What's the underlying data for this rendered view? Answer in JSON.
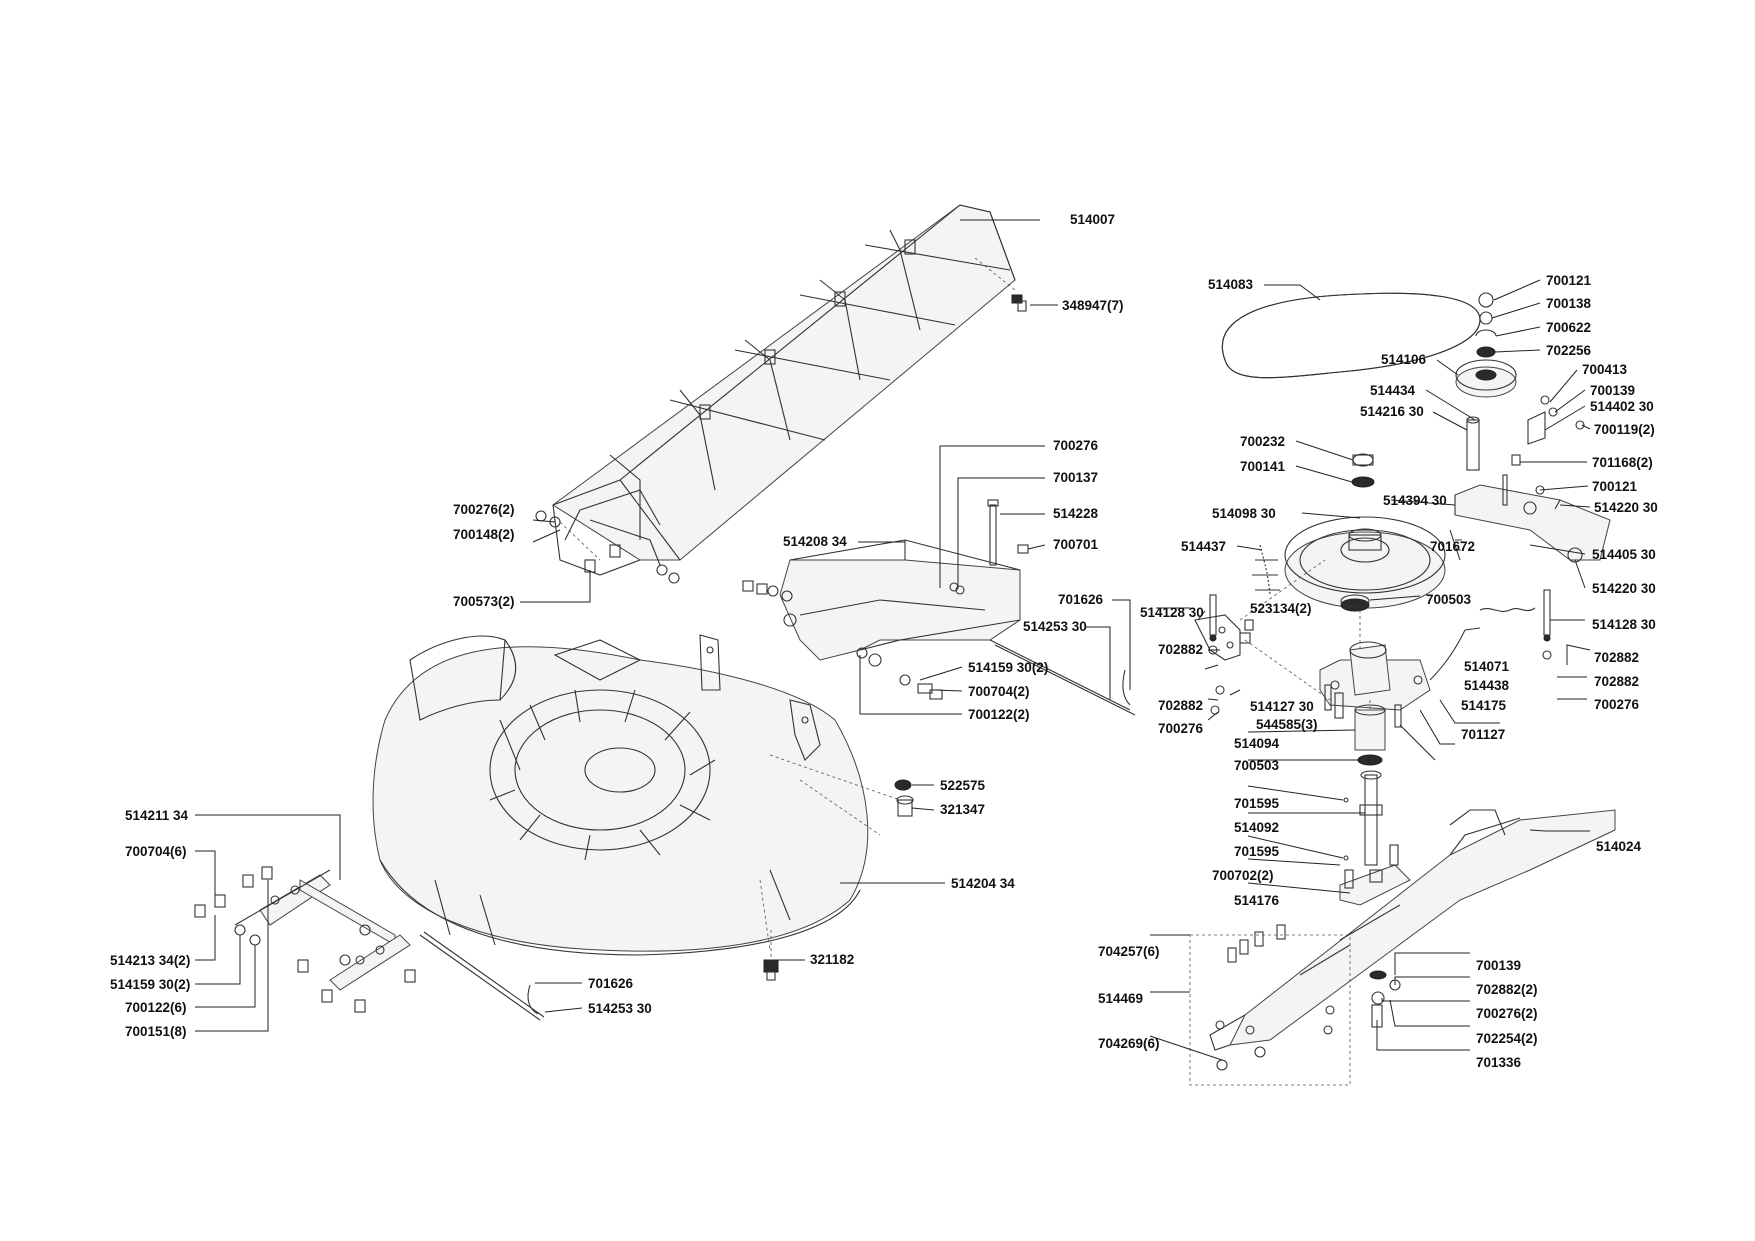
{
  "labels": {
    "l514007": "514007",
    "l348947": "348947(7)",
    "l700276_2": "700276(2)",
    "l700148_2": "700148(2)",
    "l700573_2": "700573(2)",
    "l700276": "700276",
    "l700137": "700137",
    "l514228": "514228",
    "l700701": "700701",
    "l514208": "514208 34",
    "l701626_top": "701626",
    "l514253_top": "514253 30",
    "l514159_2_mid": "514159 30(2)",
    "l700704_2": "700704(2)",
    "l700122_2": "700122(2)",
    "l522575": "522575",
    "l321347": "321347",
    "l514204": "514204 34",
    "l321182": "321182",
    "l514211": "514211 34",
    "l700704_6": "700704(6)",
    "l514213": "514213 34(2)",
    "l514159_2_bot": "514159 30(2)",
    "l700122_6": "700122(6)",
    "l700151_8": "700151(8)",
    "l701626_bot": "701626",
    "l514253_bot": "514253 30",
    "l514083": "514083",
    "l700121_a": "700121",
    "l700138": "700138",
    "l700622": "700622",
    "l702256": "702256",
    "l514106": "514106",
    "l700413": "700413",
    "l514434": "514434",
    "l700139_a": "700139",
    "l514402": "514402 30",
    "l514216": "514216 30",
    "l700119_2": "700119(2)",
    "l700232": "700232",
    "l701168_2": "701168(2)",
    "l700141": "700141",
    "l700121_b": "700121",
    "l514394": "514394 30",
    "l514220_a": "514220 30",
    "l514098": "514098 30",
    "l514437": "514437",
    "l701672": "701672",
    "l514405": "514405 30",
    "l514220_b": "514220 30",
    "l700503_a": "700503",
    "l514128_l": "514128 30",
    "l523134_2": "523134(2)",
    "l514128_r": "514128 30",
    "l702882_a": "702882",
    "l514071": "514071",
    "l702882_r1": "702882",
    "l514438": "514438",
    "l702882_r2": "702882",
    "l702882_b": "702882",
    "l514127": "514127 30",
    "l514175": "514175",
    "l700276_r": "700276",
    "l544585_3": "544585(3)",
    "l700276_l": "700276",
    "l701127": "701127",
    "l514094": "514094",
    "l700503_b": "700503",
    "l701595_a": "701595",
    "l514092": "514092",
    "l514024": "514024",
    "l701595_b": "701595",
    "l700702_2": "700702(2)",
    "l514176": "514176",
    "l704257_6": "704257(6)",
    "l700139_b": "700139",
    "l702882_2": "702882(2)",
    "l514469": "514469",
    "l700276_2b": "700276(2)",
    "l702254_2": "702254(2)",
    "l704269_6": "704269(6)",
    "l701336": "701336"
  }
}
